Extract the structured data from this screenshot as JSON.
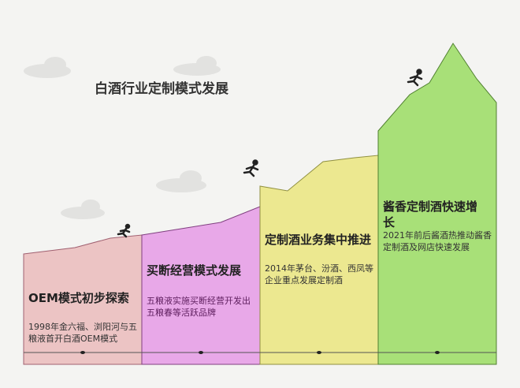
{
  "title": "白酒行业定制模式发展",
  "stages": [
    {
      "heading": "OEM模式初步探索",
      "desc": "1998年金六福、浏阳河与五粮液首开白酒OEM模式",
      "color": "#ecc4c4"
    },
    {
      "heading": "买断经营模式发展",
      "desc": "五粮液实施买断经营开发出五粮春等活跃品牌",
      "color": "#e8a8e8"
    },
    {
      "heading": "定制酒业务集中推进",
      "desc": "2014年茅台、汾酒、西凤等企业重点发展定制酒",
      "color": "#ece890"
    },
    {
      "heading": "酱香定制酒快速增长",
      "desc": "2021年前后酱酒热推动酱香定制酒及网店快速发展",
      "color": "#a8e078"
    }
  ]
}
